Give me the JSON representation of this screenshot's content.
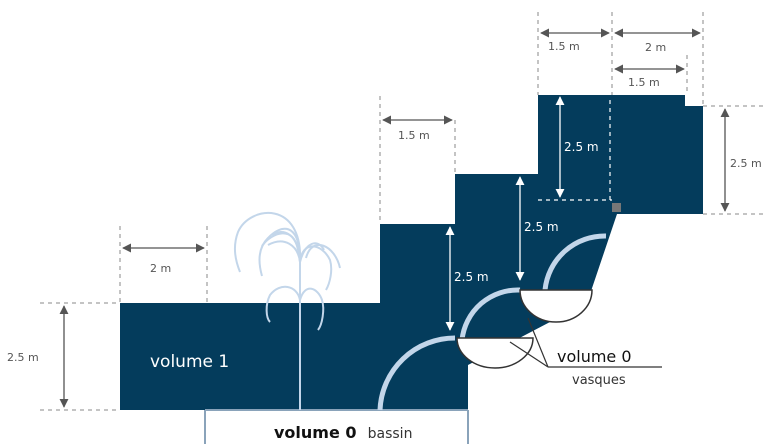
{
  "colors": {
    "volume_fill": "#043c5c",
    "water_jet": "#c3d6ea",
    "dimension_line": "#555555",
    "dashed_line": "#888888",
    "vasque_fill": "#ffffff"
  },
  "labels": {
    "volume1": "volume 1",
    "volume0_bold": "volume 0",
    "bassin_suffix": "bassin",
    "vasques_title": "volume 0",
    "vasques_sub": "vasques"
  },
  "dimensions": {
    "top_1_5": "1.5 m",
    "top_2": "2 m",
    "top_inner_1_5": "1.5 m",
    "right_2_5": "2.5 m",
    "mid_1_5": "1.5 m",
    "left_2": "2 m",
    "left_2_5": "2.5 m",
    "inner_2_5_a": "2.5 m",
    "inner_2_5_b": "2.5 m",
    "inner_2_5_c": "2.5 m"
  },
  "icons": [
    "fountain-jet-icon",
    "vasque-bowl-icon"
  ]
}
